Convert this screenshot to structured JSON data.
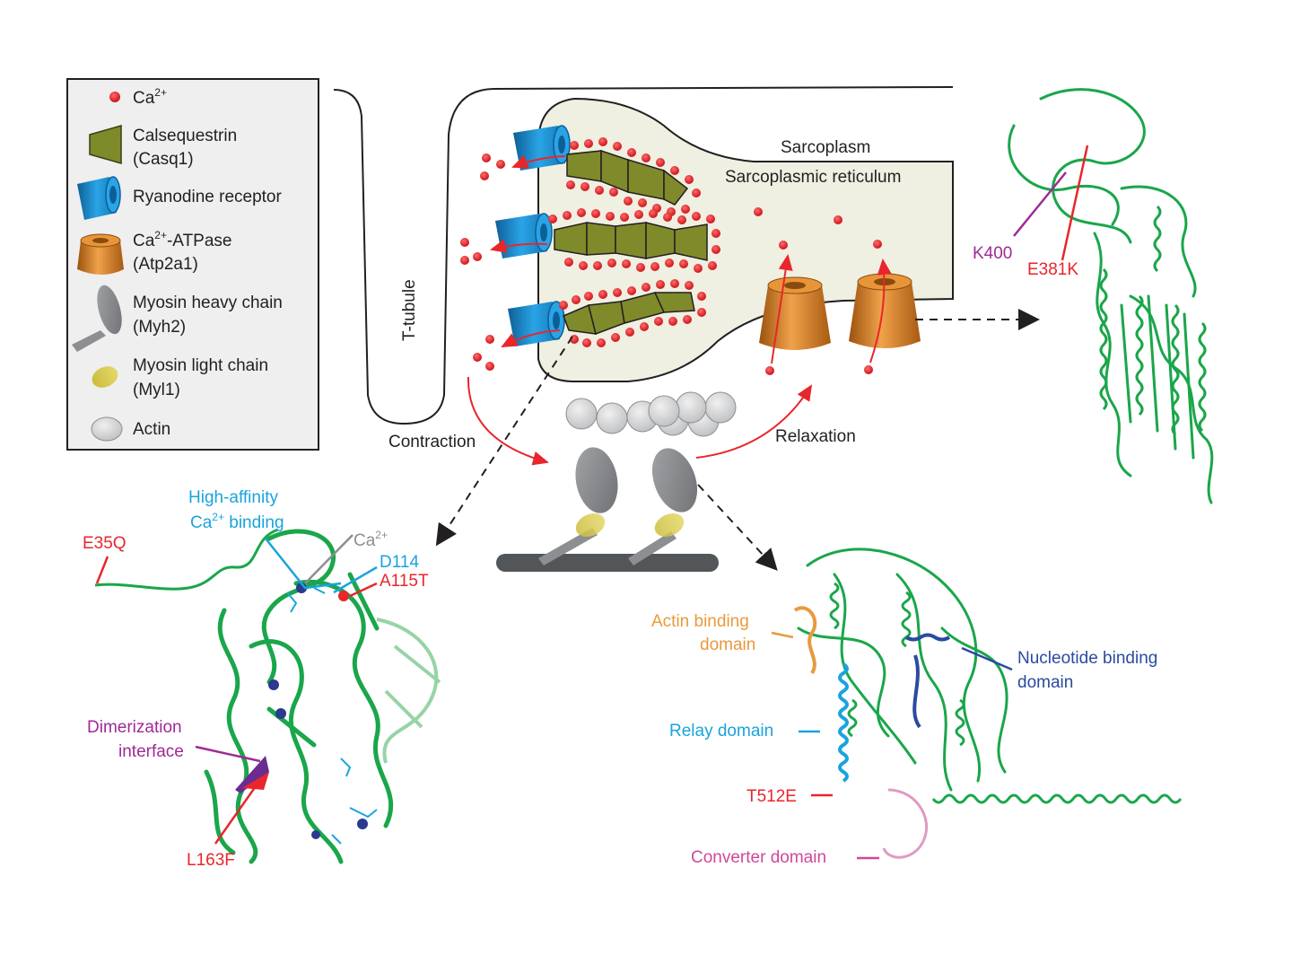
{
  "legend": {
    "items": [
      {
        "label_line1": "Ca",
        "sup": "2+",
        "label_line2": ""
      },
      {
        "label_line1": "Calsequestrin",
        "label_line2": "(Casq1)"
      },
      {
        "label_line1": "Ryanodine receptor",
        "label_line2": ""
      },
      {
        "label_line1": "Ca",
        "sup": "2+",
        "label_line1_suffix": "-ATPase",
        "label_line2": "(Atp2a1)"
      },
      {
        "label_line1": "Myosin heavy chain",
        "label_line2": "(Myh2)"
      },
      {
        "label_line1": "Myosin light chain",
        "label_line2": "(Myl1)"
      },
      {
        "label_line1": "Actin",
        "label_line2": ""
      }
    ]
  },
  "cell": {
    "t_tubule": "T-tubule",
    "sarcoplasm": "Sarcoplasm",
    "sr": "Sarcoplasmic reticulum",
    "contraction": "Contraction",
    "relaxation": "Relaxation"
  },
  "atpase_structure": {
    "k400": "K400",
    "e381k": "E381K"
  },
  "casq_structure": {
    "high_affinity_1": "High-affinity",
    "high_affinity_2_pre": "Ca",
    "high_affinity_2_sup": "2+",
    "high_affinity_2_post": " binding",
    "ca_label": "Ca",
    "ca_sup": "2+",
    "e35q": "E35Q",
    "d114": "D114",
    "a115t": "A115T",
    "dimer_1": "Dimerization",
    "dimer_2": "interface",
    "l163f": "L163F"
  },
  "myosin_structure": {
    "actin_binding_1": "Actin binding",
    "actin_binding_2": "domain",
    "nucleotide_1": "Nucleotide binding",
    "nucleotide_2": "domain",
    "relay": "Relay domain",
    "t512e": "T512E",
    "converter": "Converter domain"
  },
  "colors": {
    "protein_green": "#1aa64a",
    "calcium_red": "#e8262b",
    "ryr_blue": "#1f8fd0",
    "atpase_orange": "#d6791e",
    "casq_olive": "#7f8a2a",
    "myosin_gray": "#8c8e91",
    "mlc_yellow": "#d9c94a",
    "sr_fill": "#efefe2",
    "label_red": "#e8262b",
    "label_cyan": "#1aa3dd",
    "label_purple": "#9e2a96",
    "label_orange": "#e89a3c",
    "label_blue": "#2b4aa0",
    "label_pink": "#d1479a",
    "label_gray": "#8c8e91"
  }
}
